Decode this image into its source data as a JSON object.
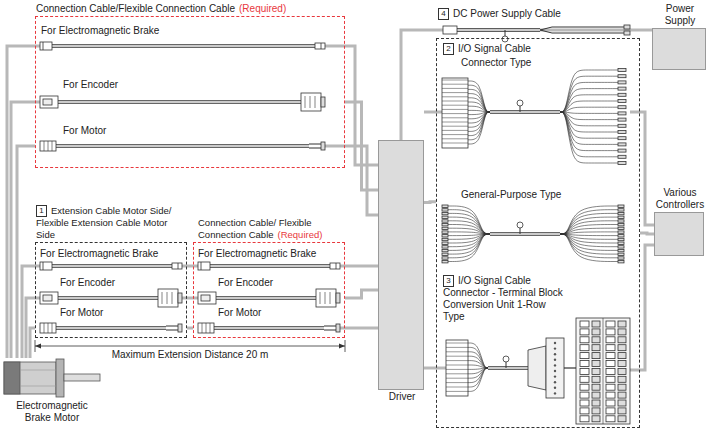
{
  "diagram": {
    "nodes": [
      {
        "text": [
          "Connection Cable/Flexible Connection Cable",
          "(Required)",
          "For Electromagnetic Brake",
          "For Encoder",
          "For Motor"
        ]
      },
      {
        "text": [
          "1",
          "Extension Cable Motor Side/ Flexible Extension Cable Motor Side",
          "For Electromagnetic Brake",
          "For Encoder",
          "For Motor"
        ]
      },
      {
        "text": [
          "Connection Cable/ Flexible Connection Cable",
          "(Required)",
          "For Electromagnetic Brake",
          "For Encoder",
          "For Motor"
        ]
      },
      {
        "text": [
          "Electromagnetic Brake Motor"
        ]
      },
      {
        "text": [
          "Driver"
        ]
      },
      {
        "text": [
          "Power Supply"
        ]
      },
      {
        "text": [
          "2",
          "I/O Signal Cable",
          "Connector Type",
          "General-Purpose Type",
          "3",
          "I/O Signal Cable Connector - Terminal Block Conversion Unit 1-Row Type"
        ]
      },
      {
        "text": [
          "Various Controllers"
        ]
      }
    ],
    "edges": [
      {
        "from": 3,
        "to": 0,
        "arrow": "none"
      },
      {
        "from": 3,
        "to": 1,
        "arrow": "none"
      },
      {
        "from": 1,
        "to": 2,
        "arrow": "none"
      },
      {
        "from": 0,
        "to": 4,
        "arrow": "none"
      },
      {
        "from": 2,
        "to": 4,
        "arrow": "none"
      },
      {
        "from": 4,
        "to": 5,
        "arrow": "none"
      },
      {
        "from": 4,
        "to": 6,
        "arrow": "none"
      },
      {
        "from": 6,
        "to": 7,
        "arrow": "none"
      }
    ],
    "labels": [
      "4",
      "DC Power Supply Cable",
      "Maximum Extension Distance 20 m"
    ]
  }
}
